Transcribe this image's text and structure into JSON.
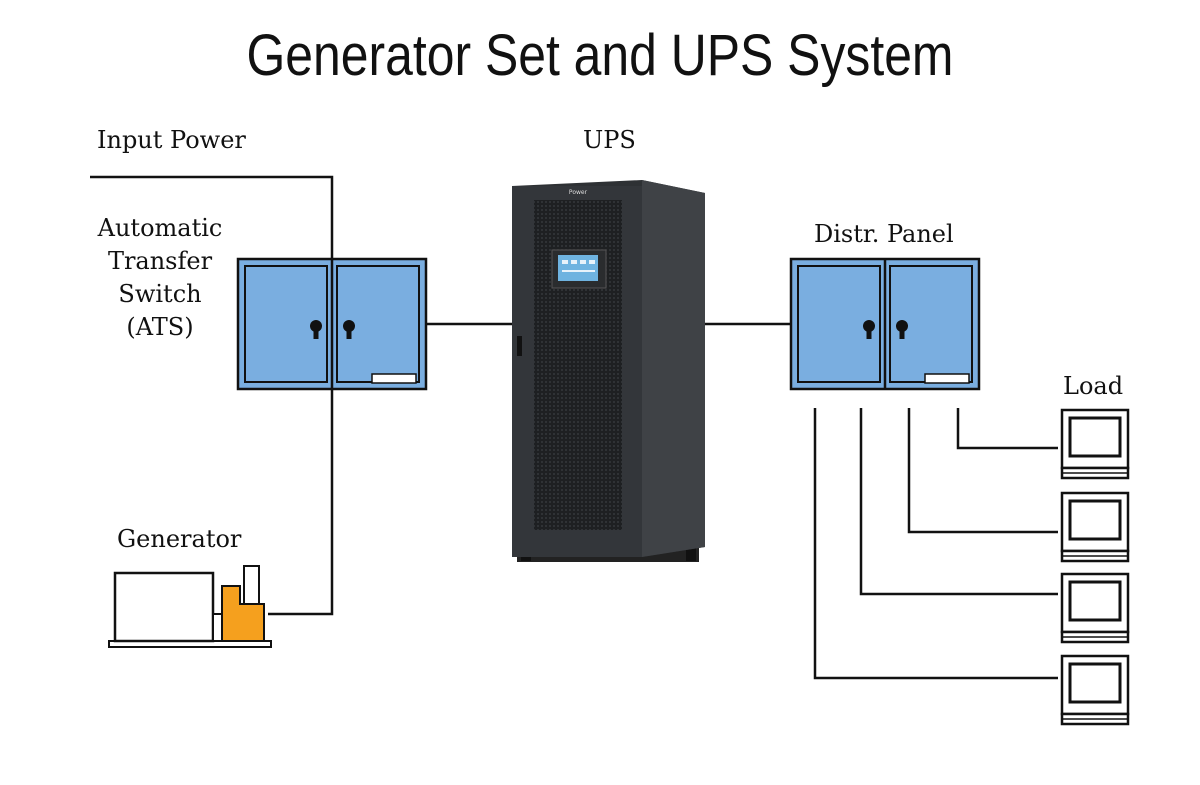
{
  "title": "Generator Set and UPS System",
  "labels": {
    "input_power": "Input Power",
    "ats": [
      "Automatic",
      "Transfer",
      "Switch",
      "(ATS)"
    ],
    "ups": "UPS",
    "distr_panel": "Distr. Panel",
    "generator": "Generator",
    "load": "Load"
  },
  "colors": {
    "cabinet_fill": "#7aaee0",
    "line": "#111111",
    "generator_orange": "#f5a01e",
    "ups_body": "#3a3d40",
    "ups_screen": "#6fb3e0"
  },
  "ups_brand": "Power"
}
